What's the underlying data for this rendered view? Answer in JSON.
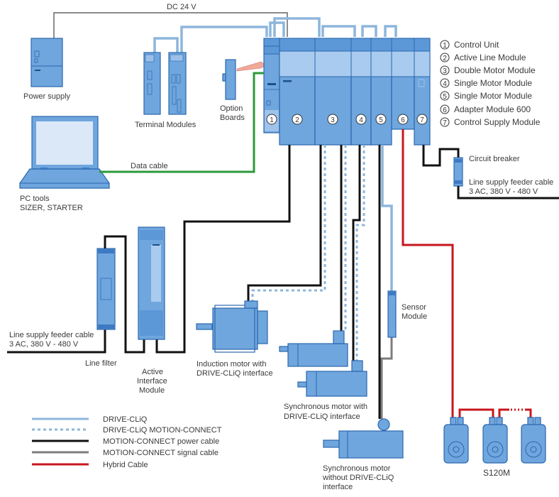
{
  "title": "SINAMICS S120 system overview",
  "labels": {
    "dc24v": "DC 24 V",
    "power_supply": "Power supply",
    "terminal_modules": "Terminal Modules",
    "option_boards": [
      "Option",
      "Boards"
    ],
    "pc_tools": [
      "PC tools",
      "SIZER, STARTER"
    ],
    "data_cable": "Data cable",
    "circuit_breaker": "Circuit breaker",
    "line_supply_right": [
      "Line supply feeder cable",
      "3 AC, 380 V - 480 V"
    ],
    "line_supply_left": [
      "Line supply feeder cable",
      "3 AC, 380 V - 480 V"
    ],
    "line_filter": "Line filter",
    "active_interface_module": [
      "Active",
      "Interface",
      "Module"
    ],
    "induction_motor": [
      "Induction motor with",
      "DRIVE-CLiQ interface"
    ],
    "sync_motor_with": [
      "Synchronous motor with",
      "DRIVE-CLiQ interface"
    ],
    "sync_motor_without": [
      "Synchronous motor",
      "without DRIVE-CLiQ",
      "interface"
    ],
    "sensor_module": [
      "Sensor",
      "Module"
    ],
    "s120m": "S120M"
  },
  "modules": [
    {
      "num": "1",
      "name": "Control Unit"
    },
    {
      "num": "2",
      "name": "Active Line Module"
    },
    {
      "num": "3",
      "name": "Double Motor  Module"
    },
    {
      "num": "4",
      "name": "Single Motor  Module"
    },
    {
      "num": "5",
      "name": "Single Motor  Module"
    },
    {
      "num": "6",
      "name": "Adapter Module 600"
    },
    {
      "num": "7",
      "name": "Control Supply Module"
    }
  ],
  "cable_legend": [
    {
      "label": "DRIVE-CLiQ",
      "color": "#8db6dc",
      "style": "solid"
    },
    {
      "label": "DRIVE-CLiQ MOTION-CONNECT",
      "color": "#8db6dc",
      "style": "dashed"
    },
    {
      "label": "MOTION-CONNECT power cable",
      "color": "#111111",
      "style": "solid"
    },
    {
      "label": "MOTION-CONNECT signal cable",
      "color": "#7d7d7d",
      "style": "solid"
    },
    {
      "label": "Hybrid Cable",
      "color": "#c8161d",
      "style": "solid"
    }
  ],
  "colors": {
    "device_fill": "#6fa6de",
    "device_stroke": "#2b67ad",
    "data_cable": "#2b9a3a",
    "arrow": "#f0a898"
  }
}
